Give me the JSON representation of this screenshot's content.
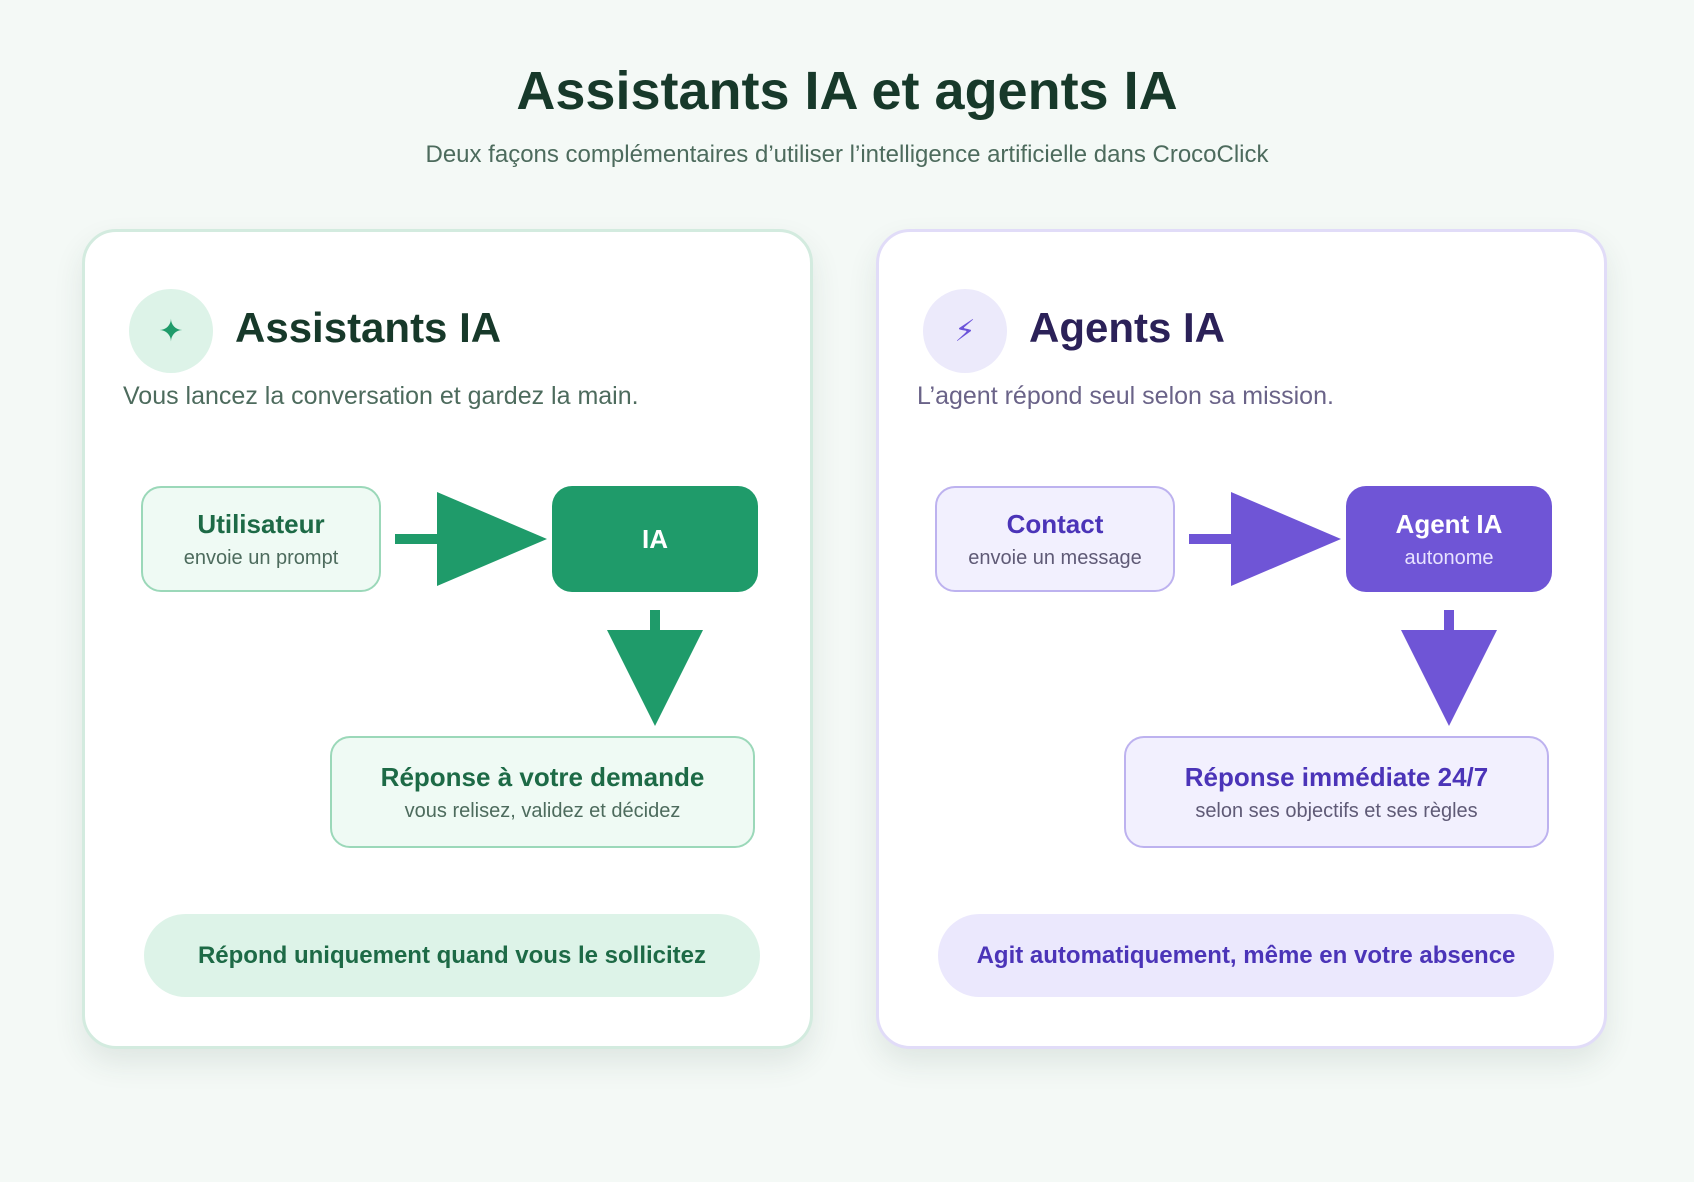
{
  "header": {
    "title": "Assistants IA et agents IA",
    "subtitle": "Deux façons complémentaires d’utiliser l’intelligence artificielle dans CrocoClick"
  },
  "assistants": {
    "icon": "sparkle-icon",
    "icon_glyph": "✦",
    "title": "Assistants IA",
    "description": "Vous lancez la conversation et gardez la main.",
    "source_node": {
      "title": "Utilisateur",
      "subtitle": "envoie un prompt"
    },
    "center_node": {
      "title": "IA",
      "subtitle": ""
    },
    "result_node": {
      "title": "Réponse à votre demande",
      "subtitle": "vous relisez, validez et décidez"
    },
    "footer": "Répond uniquement quand vous le sollicitez",
    "accent_color": "#1f9b6a"
  },
  "agents": {
    "icon": "lightning-icon",
    "icon_glyph": "⚡",
    "title": "Agents IA",
    "description": "L’agent répond seul selon sa mission.",
    "source_node": {
      "title": "Contact",
      "subtitle": "envoie un message"
    },
    "center_node": {
      "title": "Agent IA",
      "subtitle": "autonome"
    },
    "result_node": {
      "title": "Réponse immédiate 24/7",
      "subtitle": "selon ses objectifs et ses règles"
    },
    "footer": "Agit automatiquement, même en votre absence",
    "accent_color": "#6f55d6"
  }
}
